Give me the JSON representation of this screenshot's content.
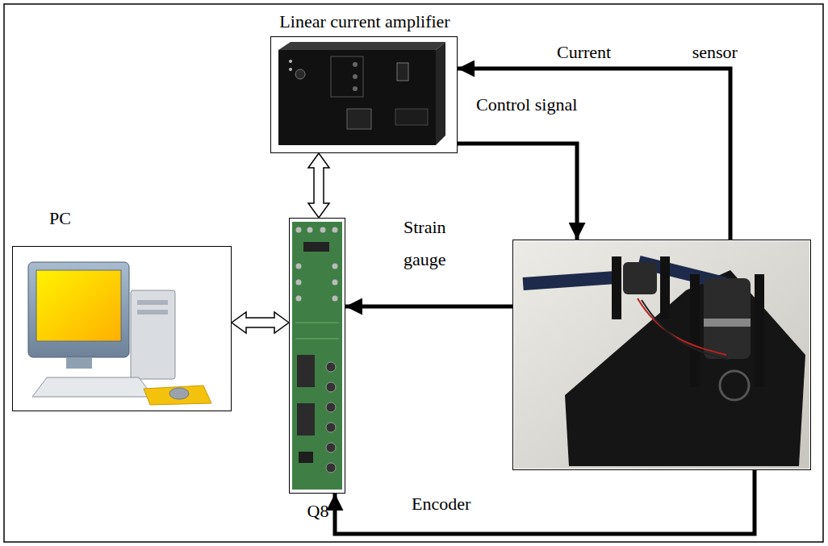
{
  "diagram": {
    "nodes": [
      {
        "text": [
          "Linear current amplifier"
        ]
      },
      {
        "text": [
          "PC"
        ]
      },
      {
        "text": [
          "Q8"
        ]
      },
      {
        "text": []
      }
    ],
    "edges": [
      {
        "from": 3,
        "to": 0,
        "arrow": "to",
        "label": "Current sensor"
      },
      {
        "from": 0,
        "to": 3,
        "arrow": "to",
        "label": "Control signal"
      },
      {
        "from": 3,
        "to": 2,
        "arrow": "to",
        "label": "Strain gauge"
      },
      {
        "from": 3,
        "to": 2,
        "arrow": "to",
        "label": "Encoder"
      },
      {
        "from": 2,
        "to": 1,
        "arrow": "both"
      },
      {
        "from": 0,
        "to": 2,
        "arrow": "both"
      }
    ]
  }
}
